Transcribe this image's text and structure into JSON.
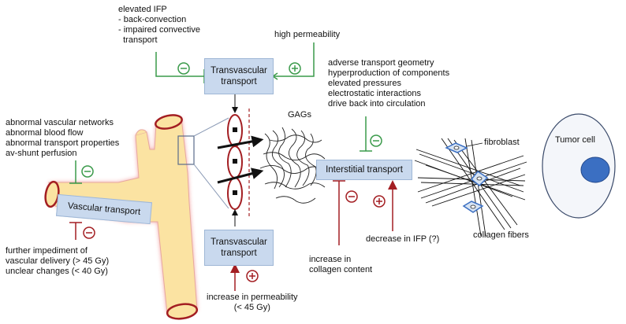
{
  "labels": {
    "top_left_notes": "elevated IFP\n- back-convection\n- impaired convective\n  transport",
    "high_permeability": "high permeability",
    "interstitial_notes": "adverse transport geometry\nhyperproduction of components\nelevated pressures\nelectrostatic interactions\ndrive back into circulation",
    "vascular_notes": "abnormal vascular networks\nabnormal blood flow\nabnormal transport properties\nav-shunt perfusion",
    "vascular_bottom_notes": "further impediment of\nvascular delivery (> 45 Gy)\nunclear changes (< 40 Gy)",
    "permeability_increase": "increase in permeability\n(< 45 Gy)",
    "collagen_increase": "increase in\ncollagen content",
    "ifp_decrease": "decrease in IFP (?)",
    "gags": "GAGs",
    "fibroblast": "fibroblast",
    "collagen_fibers": "collagen fibers",
    "tumor_cell": "Tumor cell"
  },
  "boxes": {
    "transvascular_top": "Transvascular\ntransport",
    "transvascular_bottom": "Transvascular\ntransport",
    "interstitial": "Interstitial transport",
    "vascular": "Vascular transport"
  },
  "colors": {
    "vessel_fill": "#fbe3a2",
    "vessel_glow": "#f08f8f",
    "box_fill": "#c9d9ee",
    "inhibit_green": "#3a9a4a",
    "promote_red": "#a31e22",
    "tumor_nucleus": "#3b6fc2"
  }
}
